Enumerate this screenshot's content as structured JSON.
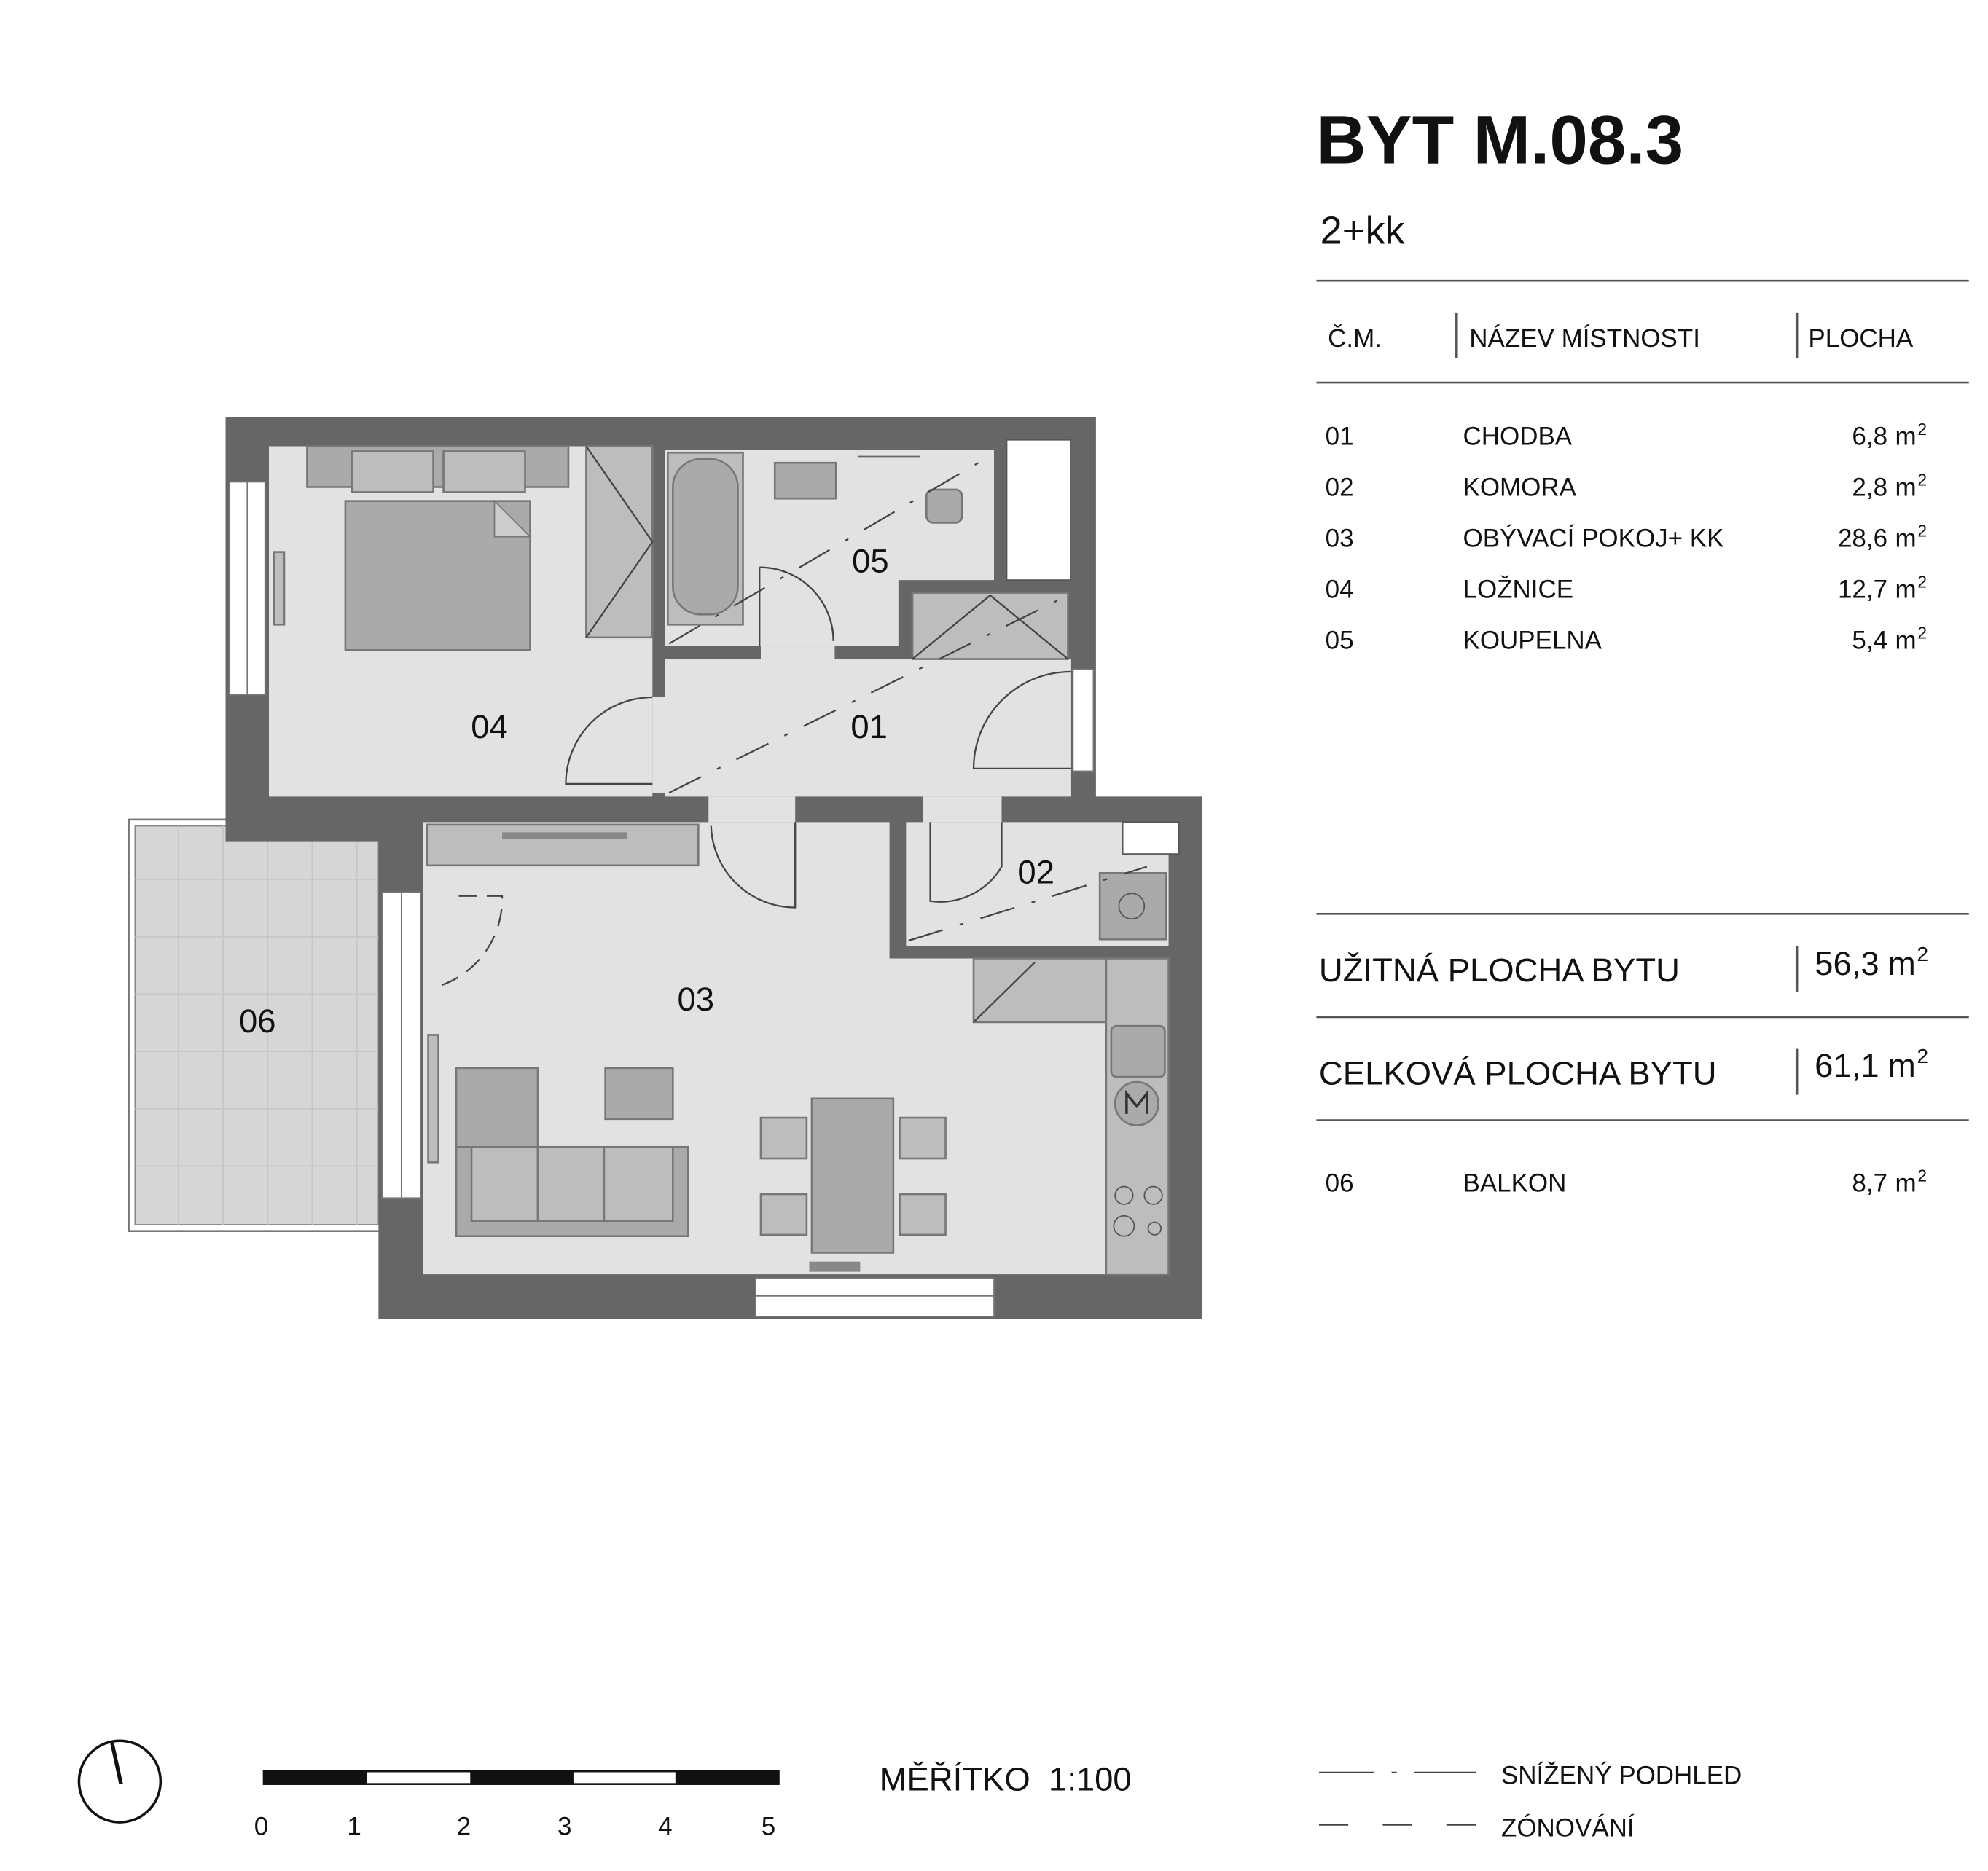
{
  "title": "BYT M.08.3",
  "subtitle": "2+kk",
  "table": {
    "headers": [
      "Č.M.",
      "NÁZEV MÍSTNOSTI",
      "PLOCHA"
    ],
    "unit": "m",
    "unit_exp": "2",
    "rows": [
      {
        "code": "01",
        "name": "CHODBA",
        "area": "6,8"
      },
      {
        "code": "02",
        "name": "KOMORA",
        "area": "2,8"
      },
      {
        "code": "03",
        "name": "OBÝVACÍ POKOJ+ KK",
        "area": "28,6"
      },
      {
        "code": "04",
        "name": "LOŽNICE",
        "area": "12,7"
      },
      {
        "code": "05",
        "name": "KOUPELNA",
        "area": "5,4"
      }
    ],
    "usable": {
      "label": "UŽITNÁ PLOCHA BYTU",
      "value": "56,3"
    },
    "total": {
      "label": "CELKOVÁ PLOCHA BYTU",
      "value": "61,1"
    },
    "balcony": {
      "code": "06",
      "name": "BALKON",
      "area": "8,7"
    }
  },
  "plan": {
    "room_labels": {
      "r01": "01",
      "r02": "02",
      "r03": "03",
      "r04": "04",
      "r05": "05",
      "r06": "06"
    }
  },
  "scale": {
    "label": "MĚŘÍTKO  1:100",
    "ticks": [
      "0",
      "1",
      "2",
      "3",
      "4",
      "5"
    ]
  },
  "legend": [
    {
      "label": "SNÍŽENÝ PODHLED"
    },
    {
      "label": "ZÓNOVÁNÍ"
    }
  ]
}
